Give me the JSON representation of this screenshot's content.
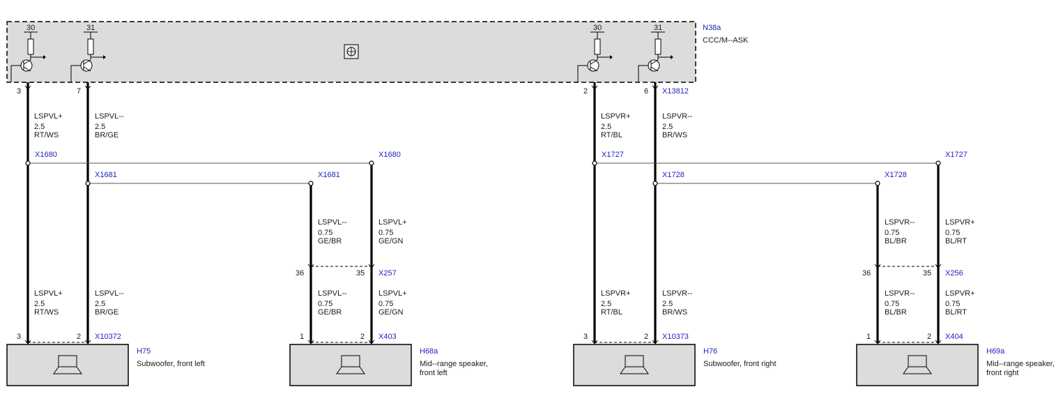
{
  "module": {
    "id": "N38a",
    "name": "CCC/M--ASK",
    "connector": "X13812",
    "pin_labels": [
      "30",
      "31",
      "30",
      "31"
    ]
  },
  "channels": [
    {
      "side": "left",
      "module_pins": [
        "3",
        "7"
      ],
      "sub_pins": [
        "3",
        "2"
      ],
      "mid_pins_top": [
        "36",
        "35"
      ],
      "mid_pins_bottom": [
        "1",
        "2"
      ],
      "sub_connector": "X10372",
      "mid_connector": "X403",
      "sep_connector": "X257",
      "splice_plus": "X1680",
      "splice_minus": "X1681",
      "sub_plus": {
        "name": "LSPVL+",
        "size": "2.5",
        "color": "RT/WS"
      },
      "sub_minus": {
        "name": "LSPVL--",
        "size": "2.5",
        "color": "BR/GE"
      },
      "mid_minus": {
        "name": "LSPVL--",
        "size": "0.75",
        "color": "GE/BR"
      },
      "mid_plus": {
        "name": "LSPVL+",
        "size": "0.75",
        "color": "GE/GN"
      },
      "sub_speaker": {
        "id": "H75",
        "desc1": "Subwoofer, front left",
        "desc2": ""
      },
      "mid_speaker": {
        "id": "H68a",
        "desc1": "Mid--range speaker,",
        "desc2": "front left"
      }
    },
    {
      "side": "right",
      "module_pins": [
        "2",
        "6"
      ],
      "sub_pins": [
        "3",
        "2"
      ],
      "mid_pins_top": [
        "36",
        "35"
      ],
      "mid_pins_bottom": [
        "1",
        "2"
      ],
      "sub_connector": "X10373",
      "mid_connector": "X404",
      "sep_connector": "X256",
      "splice_plus": "X1727",
      "splice_minus": "X1728",
      "sub_plus": {
        "name": "LSPVR+",
        "size": "2.5",
        "color": "RT/BL"
      },
      "sub_minus": {
        "name": "LSPVR--",
        "size": "2.5",
        "color": "BR/WS"
      },
      "mid_minus": {
        "name": "LSPVR--",
        "size": "0.75",
        "color": "BL/BR"
      },
      "mid_plus": {
        "name": "LSPVR+",
        "size": "0.75",
        "color": "BL/RT"
      },
      "sub_speaker": {
        "id": "H76",
        "desc1": "Subwoofer, front right",
        "desc2": ""
      },
      "mid_speaker": {
        "id": "H69a",
        "desc1": "Mid--range speaker,",
        "desc2": "front right"
      }
    }
  ]
}
